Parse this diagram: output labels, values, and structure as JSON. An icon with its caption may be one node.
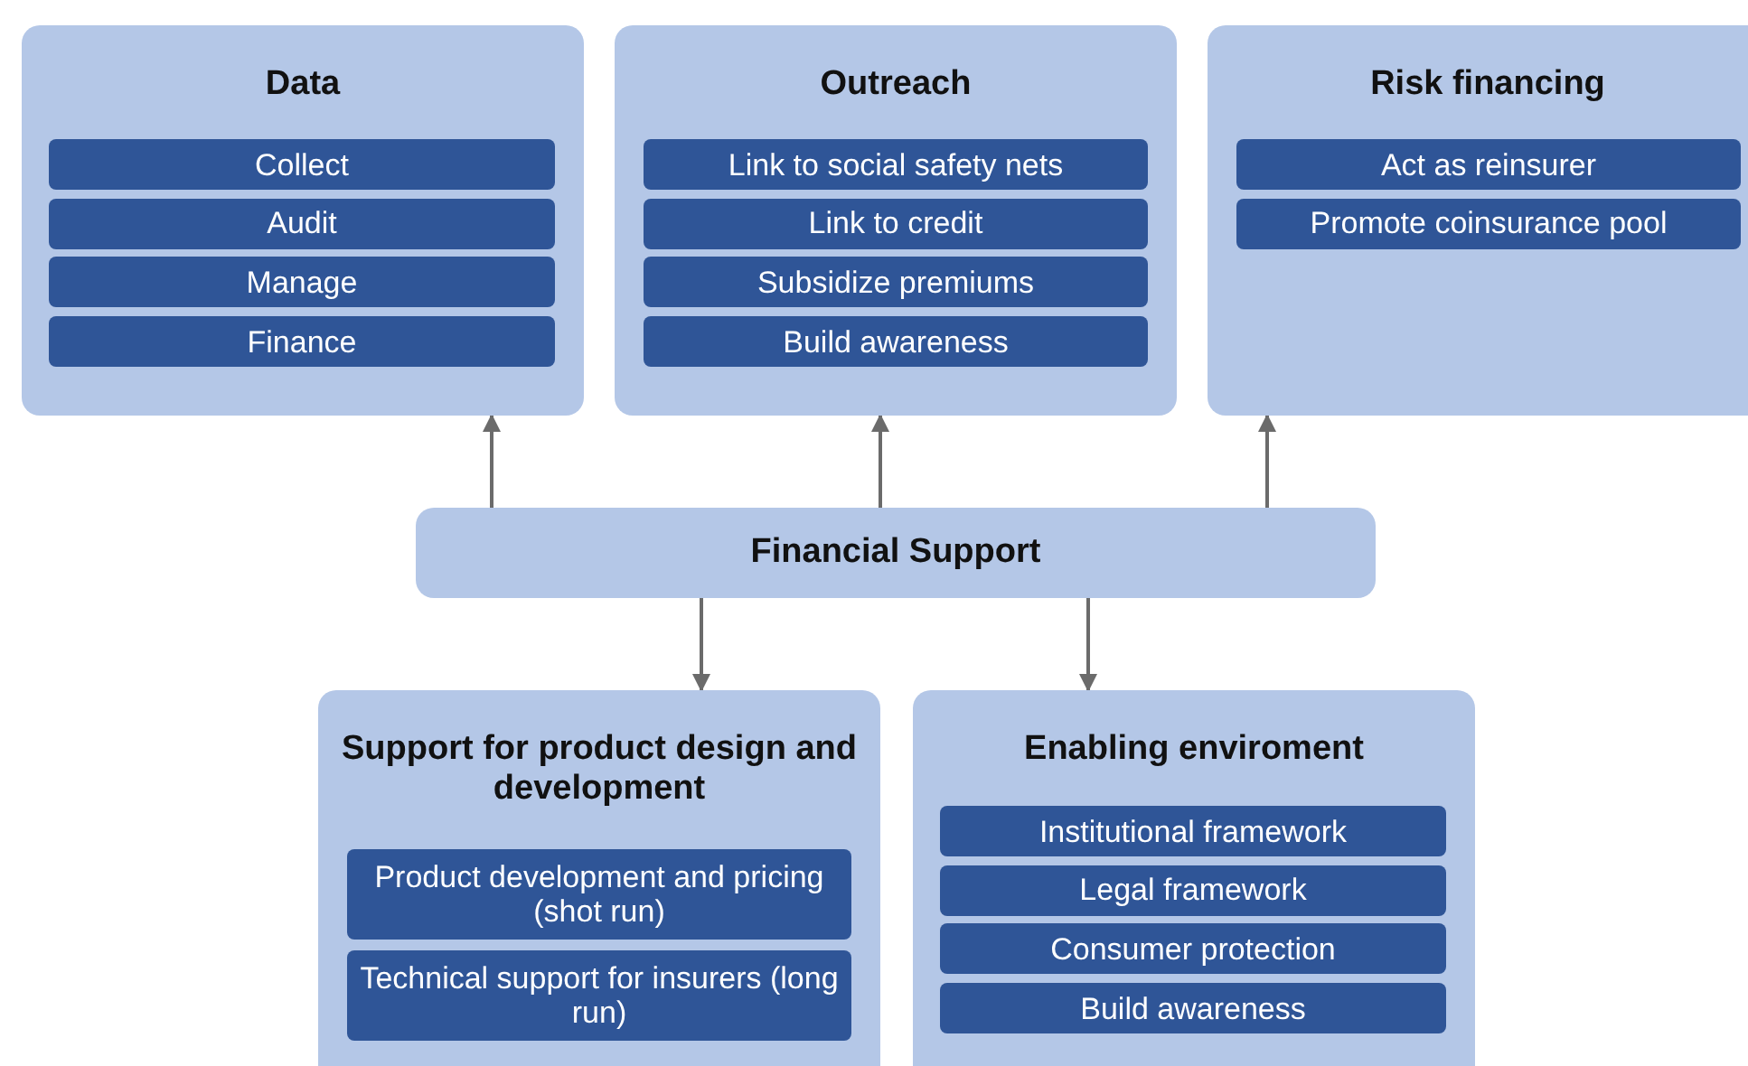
{
  "diagram": {
    "nodes": [
      {
        "text": [
          "Data"
        ]
      },
      {
        "text": [
          "Collect"
        ],
        "in": 0
      },
      {
        "text": [
          "Audit"
        ],
        "in": 0
      },
      {
        "text": [
          "Manage"
        ],
        "in": 0
      },
      {
        "text": [
          "Finance"
        ],
        "in": 0
      },
      {
        "text": [
          "Outreach"
        ]
      },
      {
        "text": [
          "Link to social safety nets"
        ],
        "in": 5
      },
      {
        "text": [
          "Link to credit"
        ],
        "in": 5
      },
      {
        "text": [
          "Subsidize premiums"
        ],
        "in": 5
      },
      {
        "text": [
          "Build awareness"
        ],
        "in": 5
      },
      {
        "text": [
          "Risk financing"
        ]
      },
      {
        "text": [
          "Act as reinsurer"
        ],
        "in": 10
      },
      {
        "text": [
          "Promote coinsurance pool"
        ],
        "in": 10
      },
      {
        "text": [
          "Financial Support"
        ]
      },
      {
        "text": [
          "Support for product design and development"
        ]
      },
      {
        "text": [
          "Product development and pricing (shot run)"
        ],
        "in": 14
      },
      {
        "text": [
          "Technical support for insurers (long run)"
        ],
        "in": 14
      },
      {
        "text": [
          "Enabling enviroment"
        ]
      },
      {
        "text": [
          "Institutional framework"
        ],
        "in": 17
      },
      {
        "text": [
          "Legal framework"
        ],
        "in": 17
      },
      {
        "text": [
          "Consumer protection"
        ],
        "in": 17
      },
      {
        "text": [
          "Build awareness"
        ],
        "in": 17
      }
    ],
    "edges": [
      {
        "from": 13,
        "to": 0,
        "arrow": "to"
      },
      {
        "from": 13,
        "to": 5,
        "arrow": "to"
      },
      {
        "from": 13,
        "to": 10,
        "arrow": "to"
      },
      {
        "from": 13,
        "to": 14,
        "arrow": "to"
      },
      {
        "from": 13,
        "to": 17,
        "arrow": "to"
      }
    ]
  }
}
